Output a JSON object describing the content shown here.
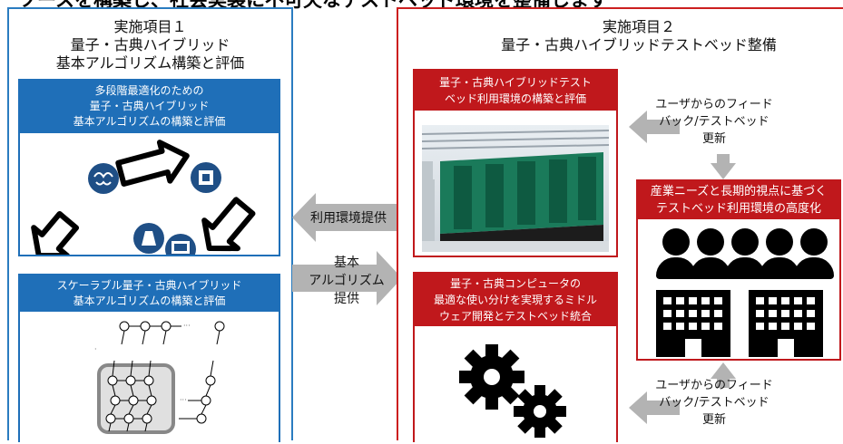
{
  "cut_title": "ソースを構築し、社会実装に不可欠なテストベッド環境を整備します",
  "panel1": {
    "title_line1": "実施項目１",
    "title_line2": "量子・古典ハイブリッド",
    "title_line3": "基本アルゴリズム構築と評価",
    "box1": {
      "line1": "多段階最適化のための",
      "line2": "量子・古典ハイブリッド",
      "line3": "基本アルゴリズムの構築と評価"
    },
    "box2": {
      "line1": "スケーラブル量子・古典ハイブリッド",
      "line2": "基本アルゴリズムの構築と評価"
    }
  },
  "panel2": {
    "title_line1": "実施項目２",
    "title_line2": "量子・古典ハイブリッドテストベッド整備",
    "box_a": {
      "line1": "量子・古典ハイブリッドテスト",
      "line2": "ベッド利用環境の構築と評価"
    },
    "box_b": {
      "line1": "量子・古典コンピュータの",
      "line2": "最適な使い分けを実現するミドル",
      "line3": "ウェア開発とテストベッド統合"
    },
    "box_c": {
      "line1": "産業ニーズと長期的視点に基づく",
      "line2": "テストベッド利用環境の高度化"
    },
    "feedback_top": {
      "line1": "ユーザからのフィード",
      "line2": "バック/テストベッド",
      "line3": "更新"
    },
    "feedback_bottom": {
      "line1": "ユーザからのフィード",
      "line2": "バック/テストベッド",
      "line3": "更新"
    }
  },
  "arrows": {
    "env_label": "利用環境提供",
    "algo_line1": "基本",
    "algo_line2": "アルゴリズム",
    "algo_line3": "提供"
  },
  "colors": {
    "blue": "#1f6fb8",
    "red": "#c0181c",
    "arrow_grey": "#b3b3b3"
  }
}
